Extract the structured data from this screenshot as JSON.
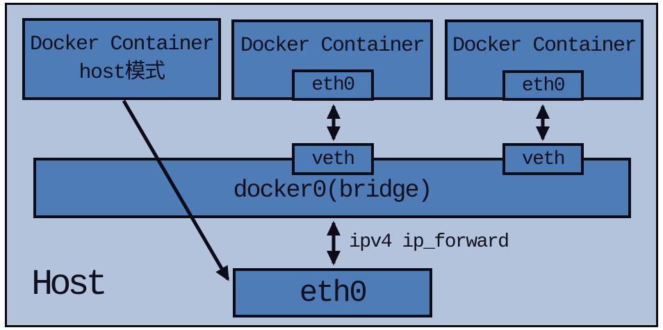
{
  "diagram": {
    "host_label": "Host",
    "containers": [
      {
        "title": "Docker Container",
        "subtitle": "host模式"
      },
      {
        "title": "Docker Container",
        "eth_label": "eth0"
      },
      {
        "title": "Docker Container",
        "eth_label": "eth0"
      }
    ],
    "veth_labels": [
      "veth",
      "veth"
    ],
    "bridge_label": "docker0(bridge)",
    "host_eth_label": "eth0",
    "forward_label": "ipv4 ip_forward"
  },
  "colors": {
    "canvas_margin": "#ffffff",
    "host_background": "#b4c3dc",
    "box_fill": "#4d7cb6",
    "border_and_text": "#0c0c16"
  }
}
